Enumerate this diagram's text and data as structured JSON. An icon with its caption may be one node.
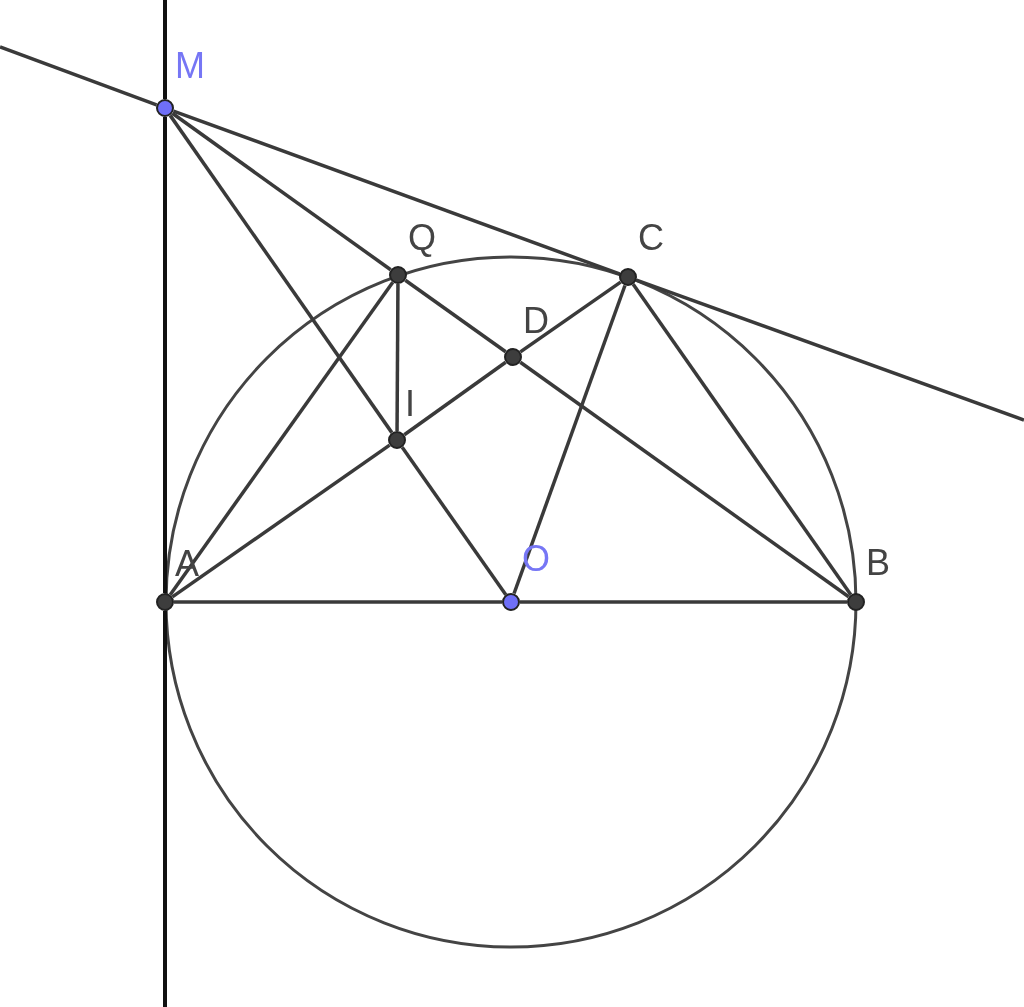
{
  "diagram": {
    "nodes": [
      {
        "text": [],
        "shape": "circle",
        "beside": [
          "M"
        ]
      },
      {
        "text": [],
        "shape": "circle",
        "beside": [
          "Q"
        ]
      },
      {
        "text": [],
        "shape": "circle",
        "beside": [
          "C"
        ]
      },
      {
        "text": [],
        "shape": "circle",
        "beside": [
          "D"
        ]
      },
      {
        "text": [],
        "shape": "circle",
        "beside": [
          "I"
        ]
      },
      {
        "text": [],
        "shape": "circle",
        "beside": [
          "A"
        ]
      },
      {
        "text": [],
        "shape": "circle",
        "beside": [
          "O"
        ]
      },
      {
        "text": [],
        "shape": "circle",
        "beside": [
          "B"
        ]
      }
    ],
    "edges": [
      {
        "from": null,
        "to": 0,
        "arrow": "none"
      },
      {
        "from": 0,
        "to": 2,
        "arrow": "none"
      },
      {
        "from": 2,
        "to": null,
        "arrow": "none"
      },
      {
        "from": null,
        "to": 0,
        "arrow": "none"
      },
      {
        "from": 0,
        "to": 5,
        "arrow": "none"
      },
      {
        "from": 5,
        "to": null,
        "arrow": "none"
      },
      {
        "from": 0,
        "to": 1,
        "arrow": "none"
      },
      {
        "from": 1,
        "to": 3,
        "arrow": "none"
      },
      {
        "from": 3,
        "to": 7,
        "arrow": "none"
      },
      {
        "from": 0,
        "to": 4,
        "arrow": "none"
      },
      {
        "from": 4,
        "to": 6,
        "arrow": "none"
      },
      {
        "from": 1,
        "to": 4,
        "arrow": "none"
      },
      {
        "from": 5,
        "to": 1,
        "arrow": "none"
      },
      {
        "from": 5,
        "to": 4,
        "arrow": "none"
      },
      {
        "from": 4,
        "to": 3,
        "arrow": "none"
      },
      {
        "from": 3,
        "to": 2,
        "arrow": "none"
      },
      {
        "from": 2,
        "to": 6,
        "arrow": "none"
      },
      {
        "from": 2,
        "to": 7,
        "arrow": "none"
      },
      {
        "from": 5,
        "to": 6,
        "arrow": "none"
      },
      {
        "from": 6,
        "to": 7,
        "arrow": "none"
      }
    ]
  }
}
